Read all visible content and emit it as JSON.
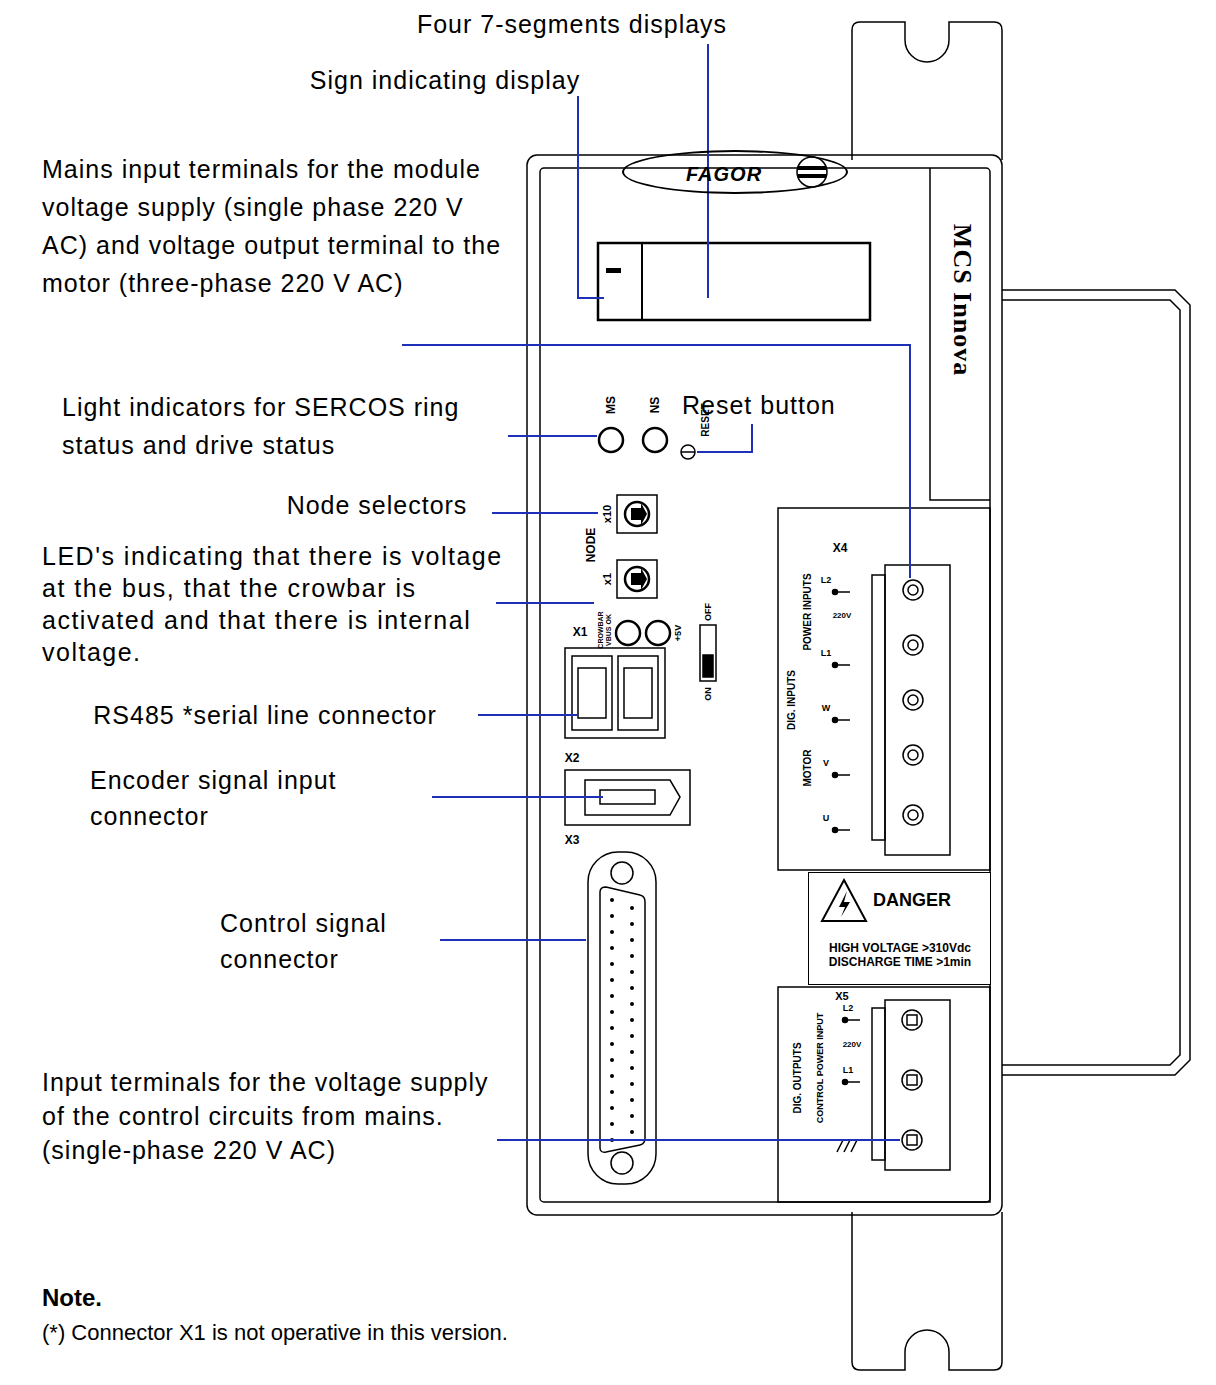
{
  "diagram": {
    "nodes": [
      {
        "text": [
          "FAGOR"
        ]
      },
      {
        "text": [
          "DANGER",
          "HIGH VOLTAGE >310Vdc DISCHARGE TIME >1min"
        ]
      }
    ],
    "labels": [
      "Four 7-segments displays",
      "Sign indicating display",
      "Mains input terminals for the module voltage supply (single phase 220 V AC) and voltage output terminal to the motor (three-phase 220 V AC)",
      "Light indicators for SERCOS ring status and drive status",
      "Reset button",
      "Node selectors",
      "LED's indicating that there is voltage at the bus, that the crowbar is activated and that there is internal voltage.",
      "RS485 *serial line connector",
      "Encoder signal input connector",
      "Control signal connector",
      "Input terminals for the voltage supply of the control circuits from mains. (single-phase 220 V AC)",
      "Note.",
      "(*) Connector X1 is not operative in this version.",
      "MS",
      "NS",
      "RESET",
      "NODE",
      "x10",
      "x1",
      "X1",
      "CROWBAR",
      "VBUS OK",
      "+5V",
      "OFF",
      "ON",
      "X2",
      "X3",
      "MCS Innova",
      "X4",
      "L2",
      "220V",
      "L1",
      "W",
      "V",
      "U",
      "POWER INPUTS",
      "MOTOR",
      "DIG. INPUTS",
      "X5",
      "L2",
      "220V",
      "L1",
      "CONTROL POWER INPUT",
      "DIG. OUTPUTS"
    ]
  }
}
